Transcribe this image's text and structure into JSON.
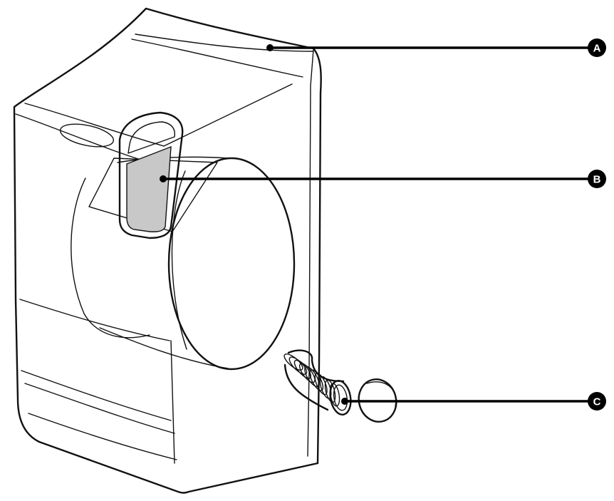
{
  "callouts": {
    "a": {
      "label": "A"
    },
    "b": {
      "label": "B"
    },
    "c": {
      "label": "C"
    }
  },
  "colors": {
    "line": "#111111",
    "lint_filter_fill": "#c8c8c8",
    "background": "#ffffff"
  }
}
